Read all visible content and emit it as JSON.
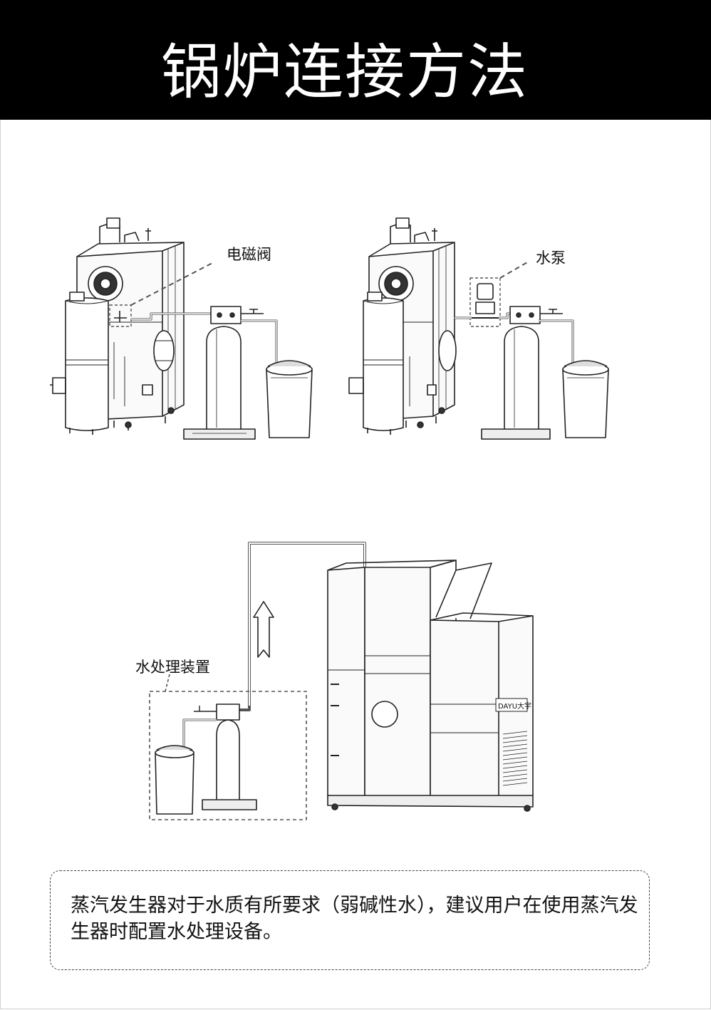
{
  "page_title": "锅炉连接方法",
  "diagram1": {
    "label": "电磁阀"
  },
  "diagram2": {
    "label": "水泵"
  },
  "diagram3": {
    "label": "水处理装置",
    "brand_plate": "DAYU大宇"
  },
  "note": {
    "text": "蒸汽发生器对于水质有所要求（弱碱性水），建议用户在使用蒸汽发生器时配置水处理设备。"
  }
}
